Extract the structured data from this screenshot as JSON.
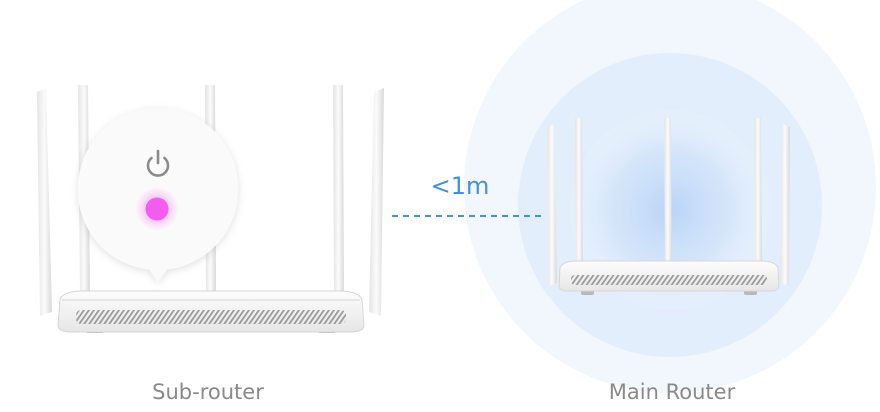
{
  "diagram": {
    "distance_label": "<1m",
    "sub_router_label": "Sub-router",
    "main_router_label": "Main Router"
  },
  "colors": {
    "distance_text": "#3f8ff0",
    "dashed_line": "#3f8ff0",
    "indicator_light": "#f25cf0",
    "signal_glow": "#bcd7f7",
    "label_text": "#8a8a8a"
  },
  "icons": {
    "power": "power-icon",
    "indicator": "indicator-light-icon"
  }
}
